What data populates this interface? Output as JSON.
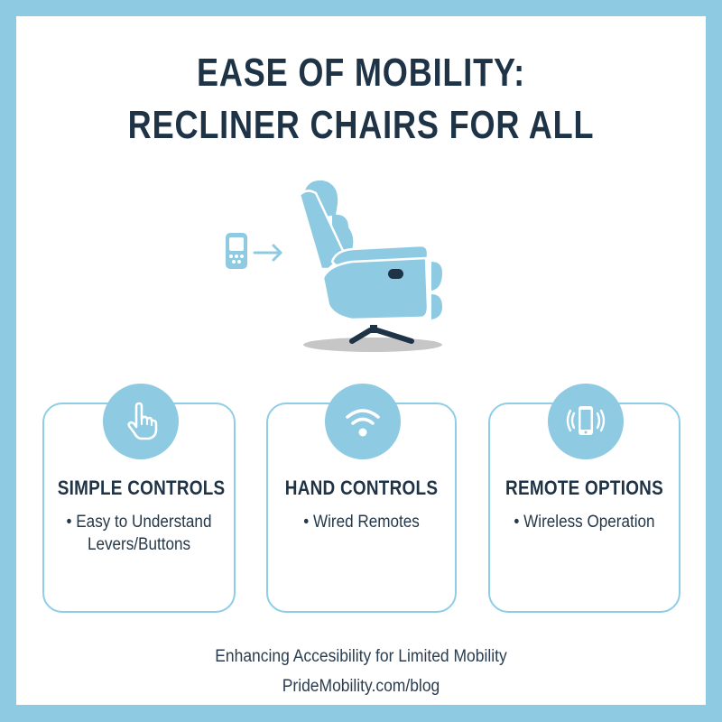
{
  "header": {
    "title_line1": "EASE OF MOBILITY:",
    "title_line2": "RECLINER CHAIRS FOR ALL"
  },
  "hero": {
    "remote_icon": "remote-control-icon",
    "arrow_icon": "arrow-right-icon",
    "chair_illustration": "recliner-chair-illustration"
  },
  "cards": [
    {
      "icon": "pointing-hand-icon",
      "title": "SIMPLE CONTROLS",
      "items": [
        "• Easy to Understand",
        "Levers/Buttons"
      ]
    },
    {
      "icon": "wifi-signal-icon",
      "title": "HAND CONTROLS",
      "items": [
        "• Wired Remotes"
      ]
    },
    {
      "icon": "smartphone-vibrate-icon",
      "title": "REMOTE OPTIONS",
      "items": [
        "• Wireless Operation"
      ]
    }
  ],
  "footer": {
    "tagline": "Enhancing Accesibility for Limited Mobility",
    "url": "PrideMobility.com/blog"
  },
  "colors": {
    "frame": "#8ecae2",
    "accent": "#8ecae2",
    "card_border": "#8fcde6",
    "text_dark": "#1f3347",
    "chair_base": "#1f3347",
    "shadow": "#c8c8c8",
    "background": "#ffffff"
  }
}
